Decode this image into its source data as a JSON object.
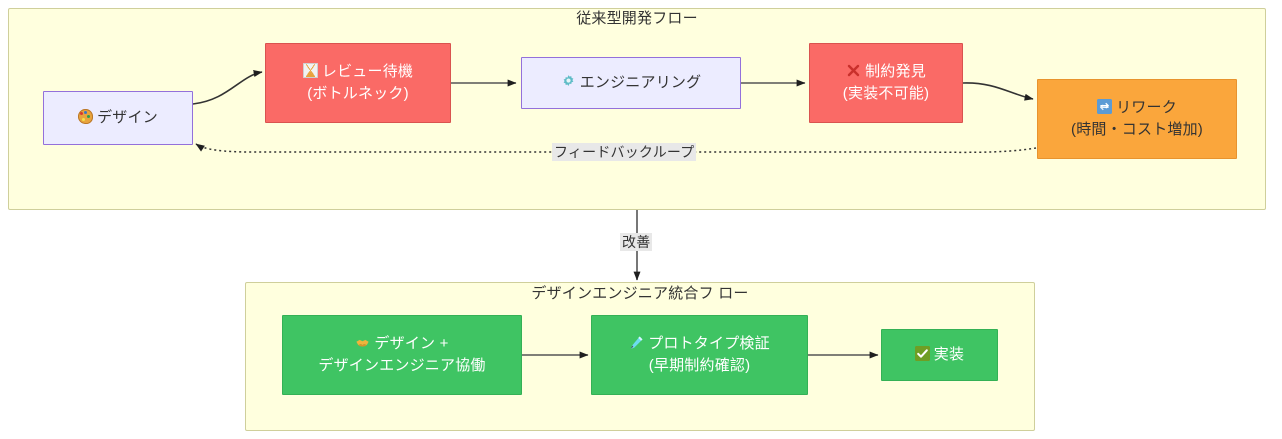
{
  "diagram": {
    "type": "flowchart",
    "direction": "left-to-right",
    "background": "#ffffff",
    "subgraph_fill": "#ffffde",
    "subgraph_stroke": "#cfcf9b"
  },
  "subgraphs": [
    {
      "id": "traditional",
      "title": "従来型開発フロー",
      "title_wrapped": [
        "従来型開発フロー"
      ]
    },
    {
      "id": "integrated",
      "title": "デザインエンジニア統合フロー",
      "title_wrapped": [
        "デザインエンジニア統合フ",
        "ロー"
      ]
    }
  ],
  "nodes": [
    {
      "id": "design",
      "icon": "palette-icon",
      "lines": [
        "デザイン"
      ],
      "fill": "#ececff",
      "stroke": "#9370db",
      "text_color": "#333333",
      "subgraph": "traditional"
    },
    {
      "id": "review-wait",
      "icon": "hourglass-icon",
      "lines": [
        "レビュー待機",
        "(ボトルネック)"
      ],
      "fill": "#fa6a66",
      "stroke": "#d9534f",
      "text_color": "#ffffff",
      "subgraph": "traditional"
    },
    {
      "id": "engineering",
      "icon": "gear-icon",
      "lines": [
        "エンジニアリング"
      ],
      "fill": "#ececff",
      "stroke": "#9370db",
      "text_color": "#333333",
      "subgraph": "traditional"
    },
    {
      "id": "constraint-found",
      "icon": "cross-mark-icon",
      "lines": [
        "制約発見",
        "(実装不可能)"
      ],
      "fill": "#fa6a66",
      "stroke": "#d9534f",
      "text_color": "#ffffff",
      "subgraph": "traditional"
    },
    {
      "id": "rework",
      "icon": "recycle-icon",
      "lines": [
        "リワーク",
        "(時間・コスト増加)"
      ],
      "fill": "#faa63c",
      "stroke": "#e8932e",
      "text_color": "#333333",
      "subgraph": "traditional"
    },
    {
      "id": "design-collab",
      "icon": "handshake-icon",
      "lines": [
        "デザイン +",
        "デザインエンジニア協働"
      ],
      "fill": "#3fc463",
      "stroke": "#34b155",
      "text_color": "#ffffff",
      "subgraph": "integrated"
    },
    {
      "id": "prototype-validation",
      "icon": "pencil-icon",
      "lines": [
        "プロトタイプ検証",
        "(早期制約確認)"
      ],
      "fill": "#3fc463",
      "stroke": "#34b155",
      "text_color": "#ffffff",
      "subgraph": "integrated"
    },
    {
      "id": "implementation",
      "icon": "check-mark-icon",
      "lines": [
        "実装"
      ],
      "fill": "#3fc463",
      "stroke": "#34b155",
      "text_color": "#ffffff",
      "subgraph": "integrated"
    }
  ],
  "edges": [
    {
      "id": "design-to-review",
      "from": "design",
      "to": "review-wait",
      "style": "solid",
      "label": ""
    },
    {
      "id": "review-to-engineering",
      "from": "review-wait",
      "to": "engineering",
      "style": "solid",
      "label": ""
    },
    {
      "id": "engineering-to-constraint",
      "from": "engineering",
      "to": "constraint-found",
      "style": "solid",
      "label": ""
    },
    {
      "id": "constraint-to-rework",
      "from": "constraint-found",
      "to": "rework",
      "style": "solid",
      "label": ""
    },
    {
      "id": "rework-to-design",
      "from": "rework",
      "to": "design",
      "style": "dotted",
      "label": "フィードバックループ"
    },
    {
      "id": "traditional-to-integrated",
      "from": "traditional",
      "to": "integrated",
      "style": "solid",
      "label": "改善"
    },
    {
      "id": "collab-to-prototype",
      "from": "design-collab",
      "to": "prototype-validation",
      "style": "solid",
      "label": ""
    },
    {
      "id": "prototype-to-implementation",
      "from": "prototype-validation",
      "to": "implementation",
      "style": "solid",
      "label": ""
    }
  ],
  "edge_labels": {
    "feedback_loop": "フィードバックループ",
    "improvement": "改善"
  }
}
